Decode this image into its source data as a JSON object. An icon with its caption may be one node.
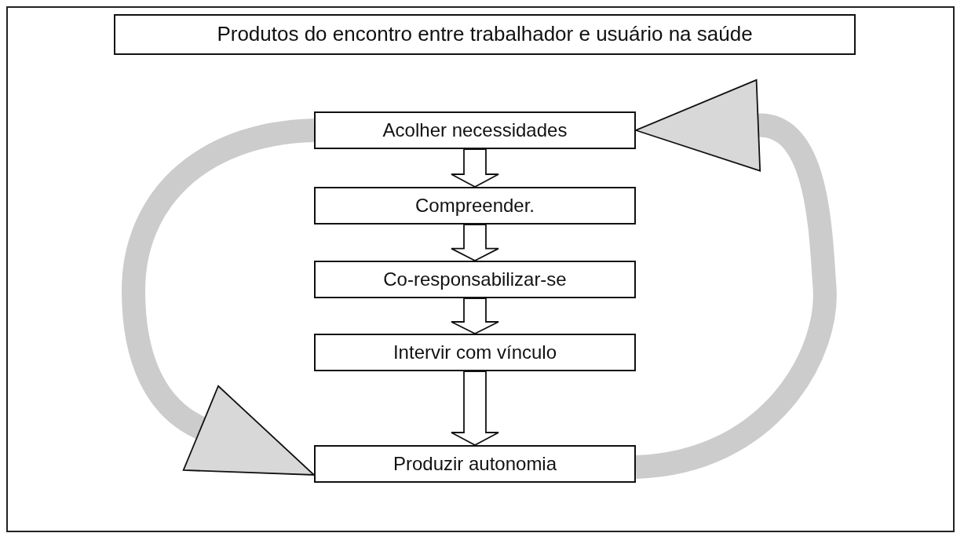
{
  "diagram": {
    "nodes": [
      {
        "text": [
          "Produtos do encontro entre trabalhador e usuário na saúde"
        ]
      },
      {
        "text": [
          "Acolher necessidades"
        ]
      },
      {
        "text": [
          "Compreender."
        ]
      },
      {
        "text": [
          "Co-responsabilizar-se"
        ]
      },
      {
        "text": [
          "Intervir com vínculo"
        ]
      },
      {
        "text": [
          "Produzir autonomia"
        ]
      }
    ],
    "edges": [
      {
        "from": 1,
        "to": 2,
        "arrow": "to"
      },
      {
        "from": 2,
        "to": 3,
        "arrow": "to"
      },
      {
        "from": 3,
        "to": 4,
        "arrow": "to"
      },
      {
        "from": 4,
        "to": 5,
        "arrow": "to"
      },
      {
        "from": 1,
        "to": 5,
        "arrow": "to"
      },
      {
        "from": 5,
        "to": 1,
        "arrow": "to"
      }
    ]
  }
}
